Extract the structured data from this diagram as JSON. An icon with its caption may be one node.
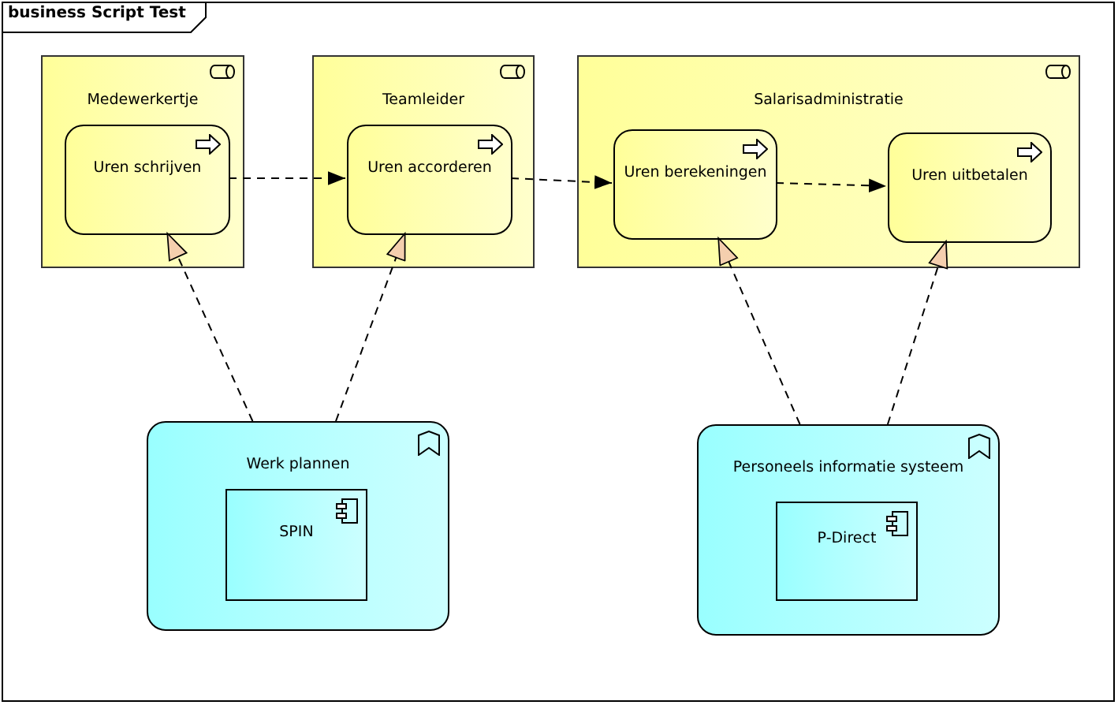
{
  "diagram": {
    "title": "business Script Test",
    "nodes": [
      {
        "text": [
          "Medewerkertje"
        ]
      },
      {
        "text": [
          "Uren schrijven"
        ],
        "in": 0
      },
      {
        "text": [
          "Teamleider"
        ]
      },
      {
        "text": [
          "Uren accorderen"
        ],
        "in": 2
      },
      {
        "text": [
          "Salarisadministratie"
        ]
      },
      {
        "text": [
          "Uren berekeningen"
        ],
        "in": 4
      },
      {
        "text": [
          "Uren uitbetalen"
        ],
        "in": 4
      },
      {
        "text": [
          "Werk plannen"
        ]
      },
      {
        "text": [
          "SPIN"
        ],
        "in": 7
      },
      {
        "text": [
          "Personeels informatie systeem"
        ]
      },
      {
        "text": [
          "P-Direct"
        ],
        "in": 9
      }
    ],
    "edges": [
      {
        "from": 1,
        "to": 3,
        "arrow": "to",
        "style": "dashed"
      },
      {
        "from": 3,
        "to": 5,
        "arrow": "to",
        "style": "dashed"
      },
      {
        "from": 5,
        "to": 6,
        "arrow": "to",
        "style": "dashed"
      },
      {
        "from": 7,
        "to": 1,
        "arrow": "to",
        "style": "dashed"
      },
      {
        "from": 7,
        "to": 3,
        "arrow": "to",
        "style": "dashed"
      },
      {
        "from": 9,
        "to": 5,
        "arrow": "to",
        "style": "dashed"
      },
      {
        "from": 9,
        "to": 6,
        "arrow": "to",
        "style": "dashed"
      }
    ]
  }
}
